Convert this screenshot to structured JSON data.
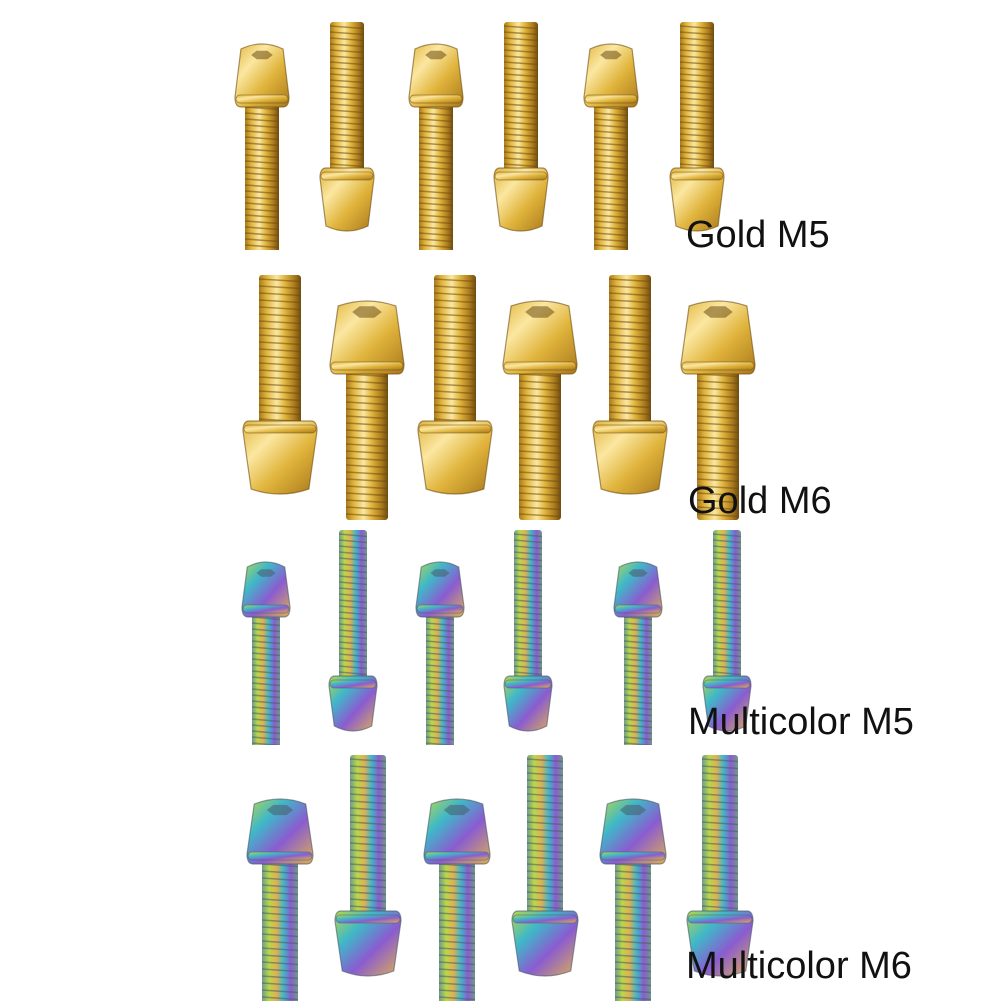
{
  "groups": [
    {
      "label": "Gold M5",
      "finish": "gold",
      "size": "M5",
      "colors": {
        "light": "#fbe7a1",
        "mid": "#e0b43c",
        "dark": "#a8781c",
        "shadow": "#6e4c10"
      }
    },
    {
      "label": "Gold M6",
      "finish": "gold",
      "size": "M6",
      "colors": {
        "light": "#fbe7a1",
        "mid": "#e0b43c",
        "dark": "#a8781c",
        "shadow": "#6e4c10"
      }
    },
    {
      "label": "Multicolor M5",
      "finish": "multicolor",
      "size": "M5",
      "colors": {
        "a": "#b8d84a",
        "b": "#3fb8c8",
        "c": "#8a5cd0",
        "d": "#e0b050",
        "e": "#6f9a8a"
      }
    },
    {
      "label": "Multicolor M6",
      "finish": "multicolor",
      "size": "M6",
      "colors": {
        "a": "#b8d84a",
        "b": "#3fb8c8",
        "c": "#8a5cd0",
        "d": "#e0b050",
        "e": "#6f9a8a"
      }
    }
  ]
}
